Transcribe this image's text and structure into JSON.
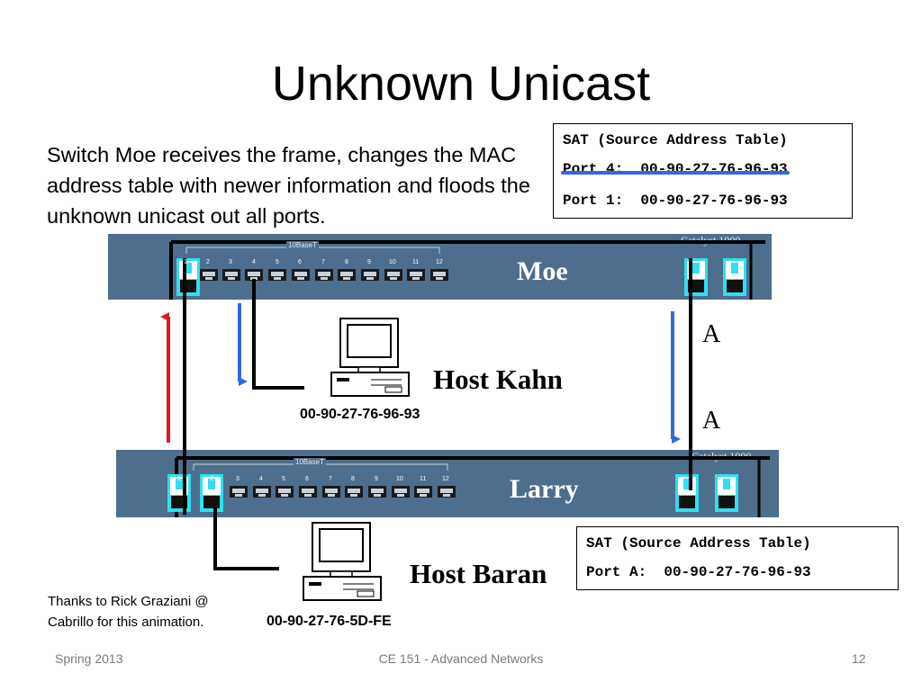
{
  "slide": {
    "title": "Unknown Unicast",
    "description": "Switch Moe receives the frame, changes the MAC address table with newer information and floods the unknown unicast out all ports.",
    "thanks_line1": "Thanks to Rick Graziani @",
    "thanks_line2": "Cabrillo for this animation."
  },
  "sat_moe": {
    "header": "SAT (Source Address Table)",
    "old_entry": "Port 4:  00-90-27-76-96-93",
    "new_entry": "Port 1:  00-90-27-76-96-93"
  },
  "sat_larry": {
    "header": "SAT (Source Address Table)",
    "entry": "Port A:  00-90-27-76-96-93"
  },
  "switches": {
    "moe": {
      "name": "Moe",
      "model": "Catalyst 1900",
      "bus": "10BaseT"
    },
    "larry": {
      "name": "Larry",
      "model": "Catalyst 1900",
      "bus": "10BaseT"
    },
    "port_numbers": [
      "1",
      "2",
      "3",
      "4",
      "5",
      "6",
      "7",
      "8",
      "9",
      "10",
      "11",
      "12"
    ]
  },
  "hosts": {
    "kahn": {
      "name": "Host Kahn",
      "mac": "00-90-27-76-96-93"
    },
    "baran": {
      "name": "Host Baran",
      "mac": "00-90-27-76-5D-FE"
    }
  },
  "link_labels": {
    "top": "A",
    "bottom": "A"
  },
  "footer": {
    "left": "Spring 2013",
    "center": "CE 151 - Advanced Networks",
    "page": "12"
  },
  "colors": {
    "switch_body": "#4d6e8d",
    "arrow_red": "#e8141c",
    "arrow_blue": "#2d6be0",
    "port_cyan": "#2ee0f0"
  }
}
